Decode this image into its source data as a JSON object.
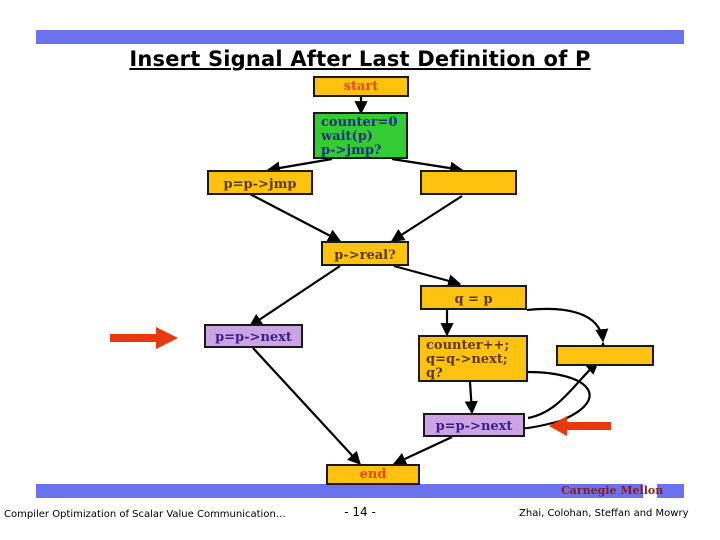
{
  "slide": {
    "title": "Insert Signal After Last Definition of P",
    "page_marker": "- 14 -"
  },
  "colors": {
    "bar_blue": "#6B72EE",
    "node_yellow": "#FFC20E",
    "node_green": "#33CC33",
    "node_purple": "#CCA4E3",
    "start_text": "#F2460A",
    "green_text": "#202C8C",
    "yellow_text": "#5C3A0A",
    "purple_text": "#3B1E8C",
    "red_arrow": "#E8380D",
    "brand_red": "#8B1A1A"
  },
  "flowchart": {
    "nodes": [
      {
        "id": "start",
        "label": "start"
      },
      {
        "id": "init",
        "label": "counter=0\nwait(p)\np->jmp?"
      },
      {
        "id": "pjmp",
        "label": "p=p->jmp"
      },
      {
        "id": "empty-right-1",
        "label": ""
      },
      {
        "id": "preal",
        "label": "p->real?"
      },
      {
        "id": "qassign",
        "label": "q = p"
      },
      {
        "id": "pnext-left",
        "label": "p=p->next"
      },
      {
        "id": "counterinc",
        "label": "counter++;\nq=q->next;\nq?"
      },
      {
        "id": "empty-right-2",
        "label": ""
      },
      {
        "id": "pnext-bottom",
        "label": "p=p->next"
      },
      {
        "id": "end",
        "label": "end"
      }
    ],
    "annotation_arrows": [
      {
        "id": "left-pointer",
        "direction": "right"
      },
      {
        "id": "right-pointer",
        "direction": "left"
      }
    ]
  },
  "footer": {
    "left": "Compiler Optimization of Scalar Value Communication…",
    "center": "- 14 -",
    "right": "Zhai, Colohan, Steffan and Mowry",
    "brand": "Carnegie Mellon"
  }
}
